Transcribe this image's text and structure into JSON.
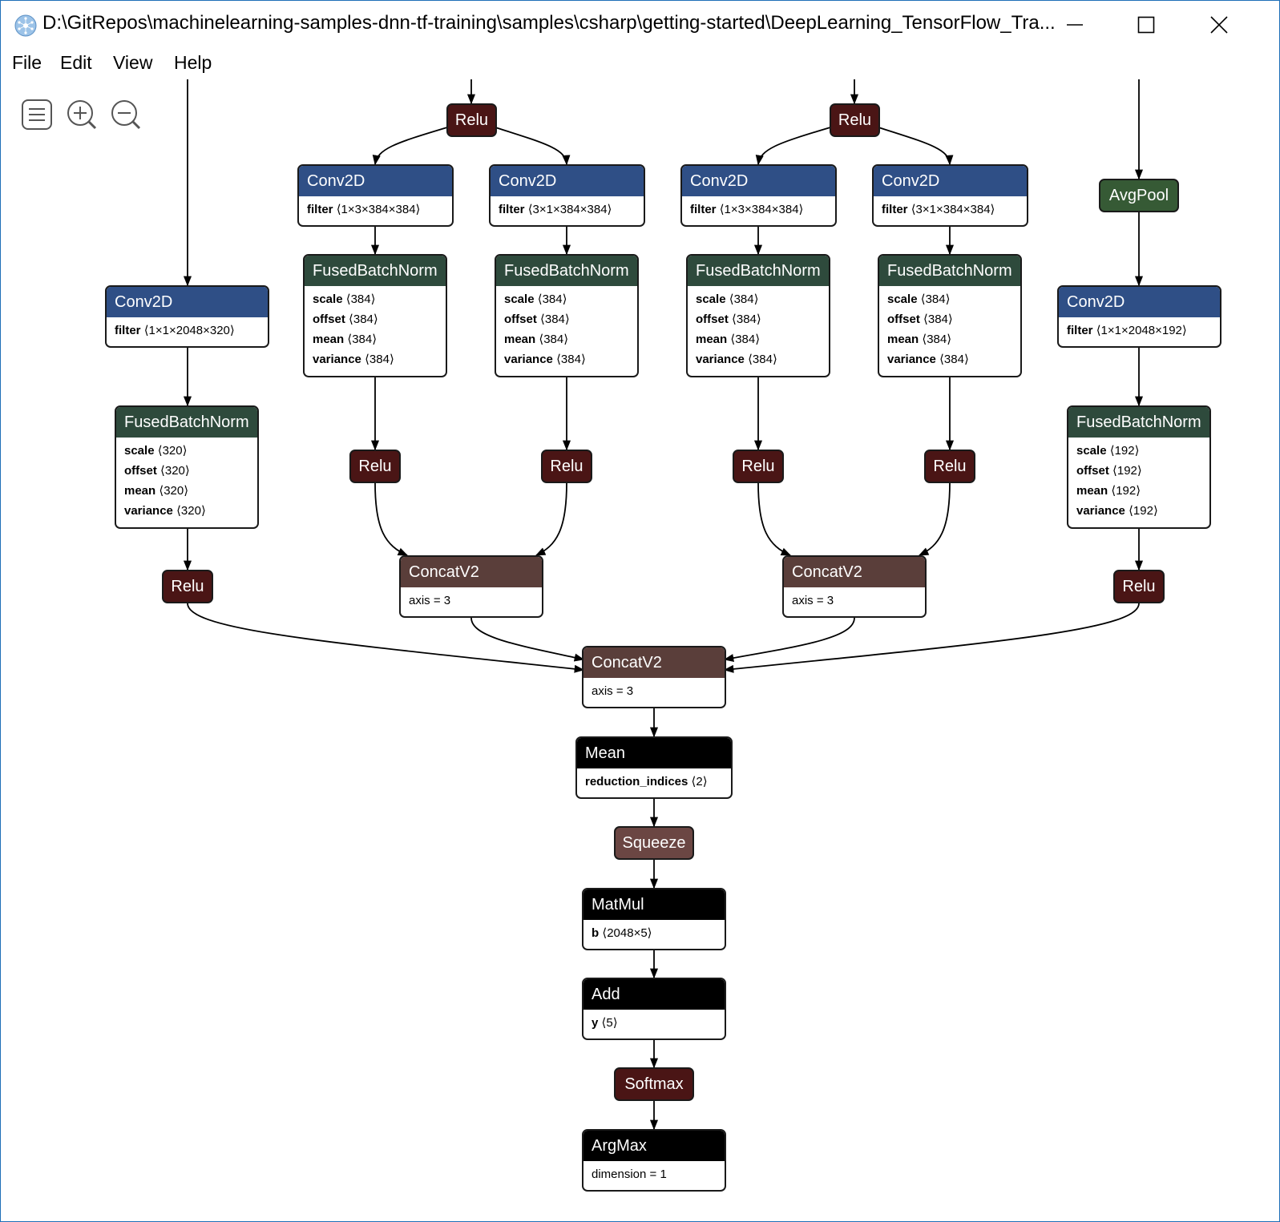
{
  "window": {
    "title": "D:\\GitRepos\\machinelearning-samples-dnn-tf-training\\samples\\csharp\\getting-started\\DeepLearning_TensorFlow_Tra...",
    "icon": "netron-app-icon",
    "controls": [
      "minimize-icon",
      "maximize-icon",
      "close-icon"
    ]
  },
  "menu": {
    "file": "File",
    "edit": "Edit",
    "view": "View",
    "help": "Help"
  },
  "toolbar": {
    "icons": [
      "sidebar-menu-icon",
      "zoom-in-icon",
      "zoom-out-icon"
    ]
  },
  "graph": {
    "relu_top_1": {
      "label": "Relu"
    },
    "relu_top_2": {
      "label": "Relu"
    },
    "conv_b1": {
      "label": "Conv2D",
      "attr": {
        "name": "filter",
        "value": "⟨1×3×384×384⟩"
      }
    },
    "conv_b2": {
      "label": "Conv2D",
      "attr": {
        "name": "filter",
        "value": "⟨3×1×384×384⟩"
      }
    },
    "conv_b3": {
      "label": "Conv2D",
      "attr": {
        "name": "filter",
        "value": "⟨1×3×384×384⟩"
      }
    },
    "conv_b4": {
      "label": "Conv2D",
      "attr": {
        "name": "filter",
        "value": "⟨3×1×384×384⟩"
      }
    },
    "avgpool": {
      "label": "AvgPool"
    },
    "conv_left": {
      "label": "Conv2D",
      "attr": {
        "name": "filter",
        "value": "⟨1×1×2048×320⟩"
      }
    },
    "conv_right": {
      "label": "Conv2D",
      "attr": {
        "name": "filter",
        "value": "⟨1×1×2048×192⟩"
      }
    },
    "fbn_b1": {
      "label": "FusedBatchNorm",
      "attrs": [
        {
          "name": "scale",
          "value": "⟨384⟩"
        },
        {
          "name": "offset",
          "value": "⟨384⟩"
        },
        {
          "name": "mean",
          "value": "⟨384⟩"
        },
        {
          "name": "variance",
          "value": "⟨384⟩"
        }
      ]
    },
    "fbn_b2": {
      "label": "FusedBatchNorm",
      "attrs": [
        {
          "name": "scale",
          "value": "⟨384⟩"
        },
        {
          "name": "offset",
          "value": "⟨384⟩"
        },
        {
          "name": "mean",
          "value": "⟨384⟩"
        },
        {
          "name": "variance",
          "value": "⟨384⟩"
        }
      ]
    },
    "fbn_b3": {
      "label": "FusedBatchNorm",
      "attrs": [
        {
          "name": "scale",
          "value": "⟨384⟩"
        },
        {
          "name": "offset",
          "value": "⟨384⟩"
        },
        {
          "name": "mean",
          "value": "⟨384⟩"
        },
        {
          "name": "variance",
          "value": "⟨384⟩"
        }
      ]
    },
    "fbn_b4": {
      "label": "FusedBatchNorm",
      "attrs": [
        {
          "name": "scale",
          "value": "⟨384⟩"
        },
        {
          "name": "offset",
          "value": "⟨384⟩"
        },
        {
          "name": "mean",
          "value": "⟨384⟩"
        },
        {
          "name": "variance",
          "value": "⟨384⟩"
        }
      ]
    },
    "fbn_left": {
      "label": "FusedBatchNorm",
      "attrs": [
        {
          "name": "scale",
          "value": "⟨320⟩"
        },
        {
          "name": "offset",
          "value": "⟨320⟩"
        },
        {
          "name": "mean",
          "value": "⟨320⟩"
        },
        {
          "name": "variance",
          "value": "⟨320⟩"
        }
      ]
    },
    "fbn_right": {
      "label": "FusedBatchNorm",
      "attrs": [
        {
          "name": "scale",
          "value": "⟨192⟩"
        },
        {
          "name": "offset",
          "value": "⟨192⟩"
        },
        {
          "name": "mean",
          "value": "⟨192⟩"
        },
        {
          "name": "variance",
          "value": "⟨192⟩"
        }
      ]
    },
    "relu_b1": {
      "label": "Relu"
    },
    "relu_b2": {
      "label": "Relu"
    },
    "relu_b3": {
      "label": "Relu"
    },
    "relu_b4": {
      "label": "Relu"
    },
    "relu_left": {
      "label": "Relu"
    },
    "relu_right": {
      "label": "Relu"
    },
    "concat_1": {
      "label": "ConcatV2",
      "attr_text": "axis = 3"
    },
    "concat_2": {
      "label": "ConcatV2",
      "attr_text": "axis = 3"
    },
    "concat_main": {
      "label": "ConcatV2",
      "attr_text": "axis = 3"
    },
    "mean": {
      "label": "Mean",
      "attr": {
        "name": "reduction_indices",
        "value": "⟨2⟩"
      }
    },
    "squeeze": {
      "label": "Squeeze"
    },
    "matmul": {
      "label": "MatMul",
      "attr": {
        "name": "b",
        "value": "⟨2048×5⟩"
      }
    },
    "add": {
      "label": "Add",
      "attr": {
        "name": "y",
        "value": "⟨5⟩"
      }
    },
    "softmax": {
      "label": "Softmax"
    },
    "argmax": {
      "label": "ArgMax",
      "attr_text": "dimension = 1"
    }
  },
  "colors": {
    "conv": "#2f4f86",
    "norm": "#2e4a3c",
    "relu": "#4a1515",
    "concat": "#5a3e3a",
    "layer_black": "#000000",
    "squeeze": "#6b4643",
    "pool": "#365a35"
  }
}
